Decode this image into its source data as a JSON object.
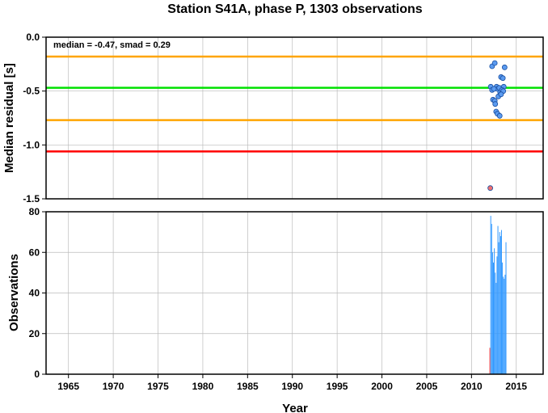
{
  "chart_data": [
    {
      "type": "scatter",
      "title": "Station S41A, phase P, 1303 observations",
      "ylabel": "Median residual [s]",
      "annotation": "median = -0.47, smad = 0.29",
      "xlim": [
        1962.5,
        2018
      ],
      "ylim": [
        -1.5,
        0.0
      ],
      "yticks": [
        "0.0",
        "-0.5",
        "-1.0",
        "-1.5"
      ],
      "grid": true,
      "reference_lines": [
        {
          "y": -0.18,
          "color": "#ffa500"
        },
        {
          "y": -0.47,
          "color": "#00e000"
        },
        {
          "y": -0.77,
          "color": "#ffa500"
        },
        {
          "y": -1.06,
          "color": "#ff0000"
        }
      ],
      "series": [
        {
          "color": "#5b9bf0",
          "points": [
            {
              "x": 2012.3,
              "y": -0.27
            },
            {
              "x": 2012.6,
              "y": -0.24
            },
            {
              "x": 2012.15,
              "y": -0.46
            },
            {
              "x": 2012.3,
              "y": -0.49
            },
            {
              "x": 2012.4,
              "y": -0.58
            },
            {
              "x": 2012.6,
              "y": -0.59
            },
            {
              "x": 2012.8,
              "y": -0.46
            },
            {
              "x": 2012.9,
              "y": -0.48
            },
            {
              "x": 2013.1,
              "y": -0.47
            },
            {
              "x": 2013.2,
              "y": -0.51
            },
            {
              "x": 2013.3,
              "y": -0.37
            },
            {
              "x": 2013.5,
              "y": -0.38
            },
            {
              "x": 2013.6,
              "y": -0.46
            },
            {
              "x": 2013.7,
              "y": -0.28
            },
            {
              "x": 2013.4,
              "y": -0.49
            },
            {
              "x": 2013.55,
              "y": -0.5
            },
            {
              "x": 2012.75,
              "y": -0.69
            },
            {
              "x": 2012.9,
              "y": -0.71
            },
            {
              "x": 2013.15,
              "y": -0.73
            },
            {
              "x": 2012.65,
              "y": -0.62
            },
            {
              "x": 2013.0,
              "y": -0.55
            },
            {
              "x": 2013.3,
              "y": -0.53
            },
            {
              "x": 2012.5,
              "y": -0.48
            }
          ]
        },
        {
          "color": "#f07070",
          "points": [
            {
              "x": 2012.1,
              "y": -1.4
            }
          ]
        }
      ]
    },
    {
      "type": "bar",
      "xlabel": "Year",
      "ylabel": "Observations",
      "xlim": [
        1962.5,
        2018
      ],
      "ylim": [
        0,
        80
      ],
      "xticks": [
        "1965",
        "1970",
        "1975",
        "1980",
        "1985",
        "1990",
        "1995",
        "2000",
        "2005",
        "2010",
        "2015"
      ],
      "yticks": [
        "0",
        "20",
        "40",
        "60",
        "80"
      ],
      "grid": true,
      "series": [
        {
          "color": "#ff4040",
          "bars": [
            {
              "x": 2012.05,
              "y": 13
            }
          ]
        },
        {
          "color": "#3399ff",
          "bars": [
            {
              "x": 2012.15,
              "y": 78
            },
            {
              "x": 2012.25,
              "y": 74
            },
            {
              "x": 2012.35,
              "y": 60
            },
            {
              "x": 2012.45,
              "y": 55
            },
            {
              "x": 2012.55,
              "y": 62
            },
            {
              "x": 2012.65,
              "y": 50
            },
            {
              "x": 2012.75,
              "y": 45
            },
            {
              "x": 2012.85,
              "y": 58
            },
            {
              "x": 2012.95,
              "y": 73
            },
            {
              "x": 2013.05,
              "y": 65
            },
            {
              "x": 2013.15,
              "y": 70
            },
            {
              "x": 2013.25,
              "y": 68
            },
            {
              "x": 2013.35,
              "y": 71
            },
            {
              "x": 2013.45,
              "y": 55
            },
            {
              "x": 2013.55,
              "y": 48
            },
            {
              "x": 2013.65,
              "y": 47
            },
            {
              "x": 2013.75,
              "y": 49
            },
            {
              "x": 2013.85,
              "y": 65
            }
          ]
        }
      ]
    }
  ]
}
